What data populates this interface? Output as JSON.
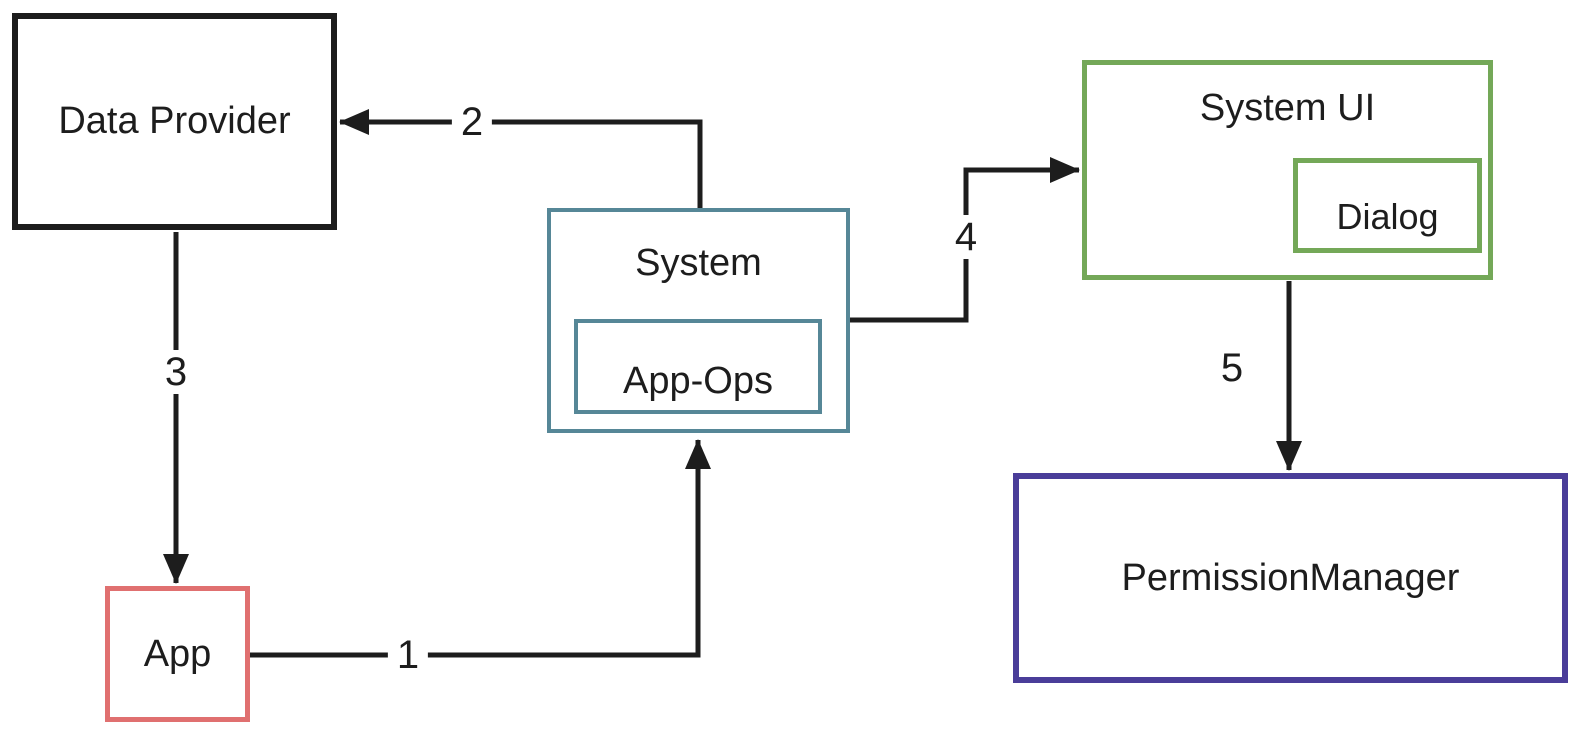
{
  "diagram": {
    "type": "flow-diagram",
    "nodes": {
      "data_provider": {
        "label": "Data Provider",
        "border_color": "#1d1d1d"
      },
      "app": {
        "label": "App",
        "border_color": "#e07070"
      },
      "system": {
        "label": "System",
        "border_color": "#568797"
      },
      "app_ops": {
        "label": "App-Ops",
        "border_color": "#568797",
        "parent": "System"
      },
      "system_ui": {
        "label": "System UI",
        "border_color": "#74a858"
      },
      "dialog": {
        "label": "Dialog",
        "border_color": "#74a858",
        "parent": "System UI"
      },
      "permission_manager": {
        "label": "PermissionManager",
        "border_color": "#4a3d99"
      }
    },
    "edges": [
      {
        "label": "1",
        "from": "App",
        "to": "System"
      },
      {
        "label": "2",
        "from": "System",
        "to": "Data Provider"
      },
      {
        "label": "3",
        "from": "Data Provider",
        "to": "App"
      },
      {
        "label": "4",
        "from": "System",
        "to": "System UI"
      },
      {
        "label": "5",
        "from": "System UI",
        "to": "PermissionManager"
      }
    ],
    "line_color": "#1d1d1d"
  }
}
